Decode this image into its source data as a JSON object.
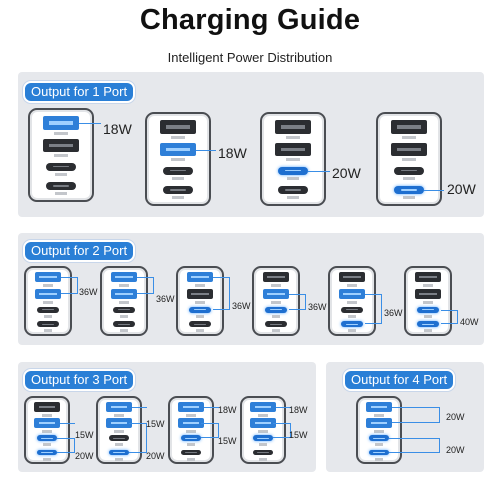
{
  "header": {
    "title": "Charging Guide",
    "subtitle": "Intelligent Power Distribution"
  },
  "colors": {
    "accent": "#2a7fd6",
    "panel": "#e6e8ec",
    "text": "#222222"
  },
  "sections": {
    "one_port": {
      "label": "Output for 1 Port",
      "watts": [
        "18W",
        "18W",
        "20W",
        "20W"
      ]
    },
    "two_port": {
      "label": "Output for 2 Port",
      "watts": [
        "36W",
        "36W",
        "36W",
        "36W",
        "36W",
        "40W"
      ]
    },
    "three_port": {
      "label": "Output for 3 Port",
      "watts": [
        "15W",
        "20W",
        "15W",
        "20W",
        "18W",
        "15W",
        "18W",
        "15W"
      ]
    },
    "four_port": {
      "label": "Output for 4 Port",
      "watts": [
        "20W",
        "20W"
      ]
    }
  }
}
